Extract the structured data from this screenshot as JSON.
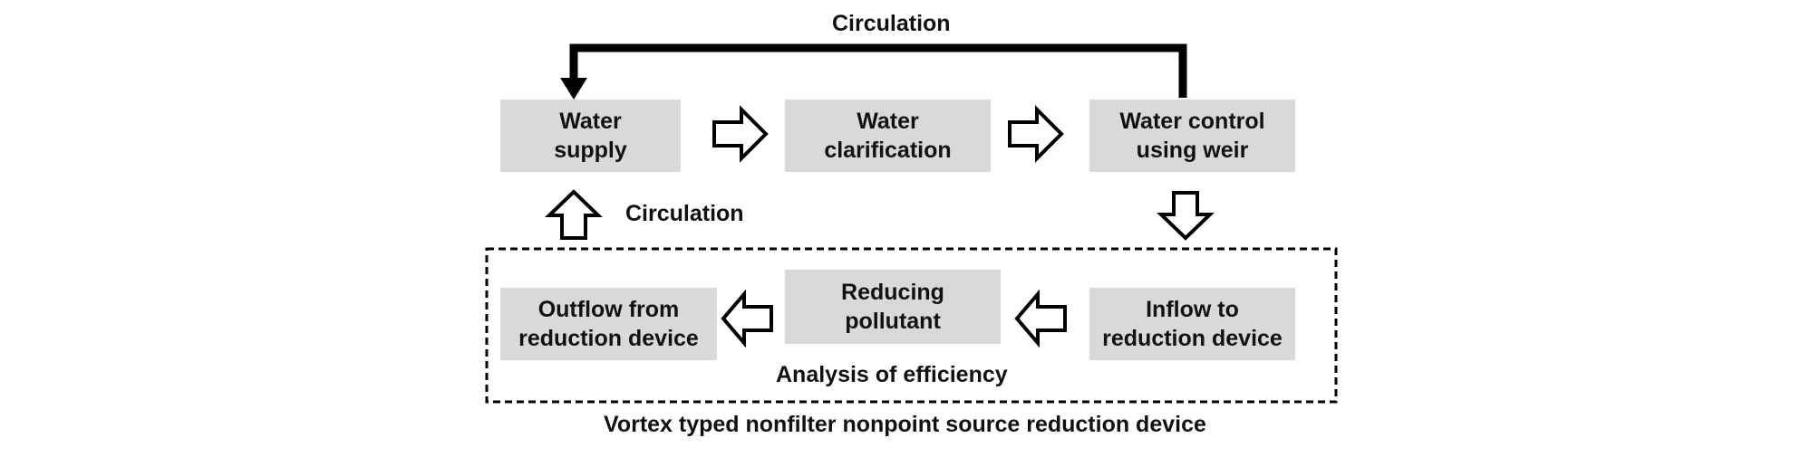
{
  "labels": {
    "top_circulation": "Circulation",
    "side_circulation": "Circulation",
    "analysis": "Analysis of efficiency",
    "device_caption": "Vortex typed nonfilter nonpoint source reduction device"
  },
  "steps": {
    "water_supply": [
      "Water",
      "supply"
    ],
    "water_clarification": [
      "Water",
      "clarification"
    ],
    "water_control": [
      "Water control",
      "using weir"
    ],
    "inflow": [
      "Inflow to",
      "reduction device"
    ],
    "reducing": [
      "Reducing",
      "pollutant"
    ],
    "outflow": [
      "Outflow from",
      "reduction device"
    ]
  },
  "colors": {
    "box_fill": "#d9d9d9",
    "line": "#000000",
    "background": "#ffffff"
  }
}
